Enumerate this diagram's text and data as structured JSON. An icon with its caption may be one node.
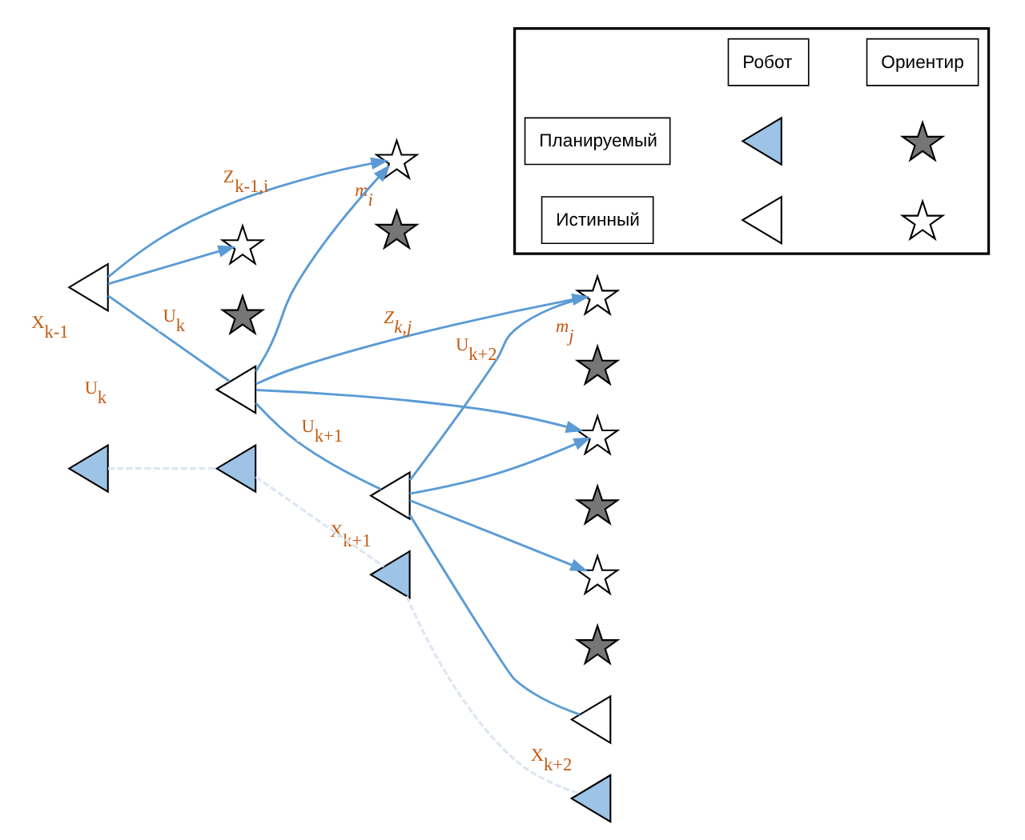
{
  "diagram": {
    "nodes": [
      {
        "text": [],
        "shape": "triangle",
        "beside": [
          "X$_{k-1}$"
        ]
      },
      {
        "text": [],
        "shape": "triangle"
      },
      {
        "text": [],
        "shape": "triangle"
      },
      {
        "text": [],
        "shape": "triangle"
      },
      {
        "text": [],
        "shape": "triangle",
        "beside": [
          "X$_{k+1}$"
        ]
      },
      {
        "text": [],
        "shape": "triangle"
      },
      {
        "text": [],
        "shape": "triangle",
        "beside": [
          "X$_{k+2}$"
        ]
      },
      {
        "text": [],
        "shape": "triangle"
      },
      {
        "text": [],
        "shape": "star"
      },
      {
        "text": [],
        "shape": "star"
      },
      {
        "text": [],
        "shape": "star",
        "beside": [
          "m$_{j}$"
        ]
      },
      {
        "text": [],
        "shape": "star"
      },
      {
        "text": [],
        "shape": "star"
      },
      {
        "text": [],
        "shape": "star"
      },
      {
        "text": [],
        "shape": "star"
      },
      {
        "text": [],
        "shape": "star"
      },
      {
        "text": [],
        "shape": "star",
        "beside": [
          "m$_{i}$"
        ]
      },
      {
        "text": [],
        "shape": "star"
      },
      {
        "text": [],
        "shape": "box"
      },
      {
        "text": [],
        "shape": "triangle",
        "in": 18
      },
      {
        "text": [],
        "shape": "star",
        "in": 18
      },
      {
        "text": [],
        "shape": "triangle",
        "in": 18
      },
      {
        "text": [],
        "shape": "star",
        "in": 18
      }
    ],
    "edges": [
      {
        "from": 0,
        "to": 8,
        "arrow": "to"
      },
      {
        "from": 0,
        "to": 2,
        "arrow": "none",
        "label": "U$_{k}$"
      },
      {
        "from": 0,
        "to": 16,
        "arrow": "to",
        "label": "Z$_{k-1,i}$"
      },
      {
        "from": 2,
        "to": 10,
        "arrow": "to",
        "label": "Z$_{k,j}$"
      },
      {
        "from": 2,
        "to": 16,
        "arrow": "to"
      },
      {
        "from": 2,
        "to": 14,
        "arrow": "to"
      },
      {
        "from": 2,
        "to": 4,
        "arrow": "none",
        "label": "U$_{k+1}$"
      },
      {
        "from": 4,
        "to": 6,
        "arrow": "none"
      },
      {
        "from": 4,
        "to": 10,
        "arrow": "none",
        "label": "U$_{k+2}$"
      },
      {
        "from": 4,
        "to": 12,
        "arrow": "to"
      },
      {
        "from": 4,
        "to": 14,
        "arrow": "to"
      },
      {
        "from": 1,
        "to": 3,
        "arrow": "none",
        "style": "dashed",
        "color": "#dde6f2"
      },
      {
        "from": 3,
        "to": 5,
        "arrow": "none",
        "style": "dashed",
        "color": "#dde6f2"
      },
      {
        "from": 5,
        "to": 7,
        "arrow": "none",
        "style": "dashed",
        "color": "#dde6f2"
      }
    ],
    "labels": [
      "U$_{k}$",
      "Робот",
      "Ориентир"
    ],
    "legend": [
      {
        "text": "Планируемый"
      },
      {
        "text": "Истинный"
      }
    ]
  }
}
